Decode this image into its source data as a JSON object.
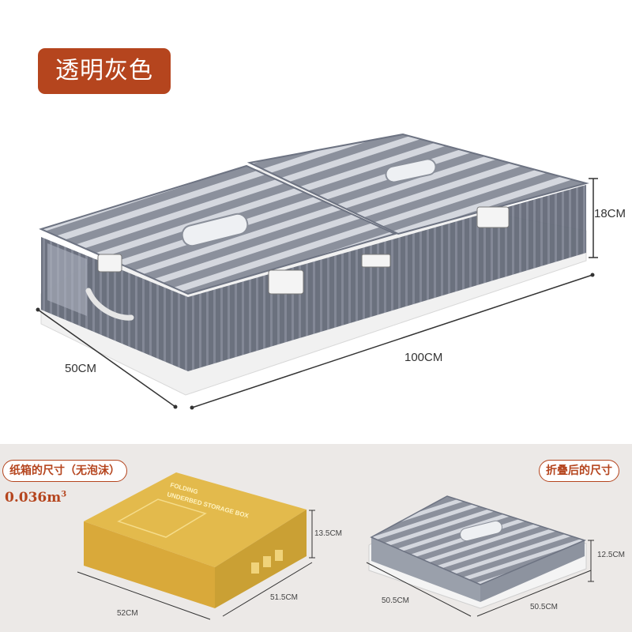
{
  "color_label": "透明灰色",
  "main_dimensions": {
    "height": "18CM",
    "depth": "50CM",
    "length": "100CM"
  },
  "carton": {
    "label": "纸箱的尺寸（无泡沫）",
    "volume": "0.036m",
    "volume_exponent": "3",
    "print_line1": "FOLDING",
    "print_line2": "UNDERBED STORAGE BOX",
    "dimensions": {
      "height": "13.5CM",
      "width": "51.5CM",
      "length": "52CM"
    }
  },
  "folded": {
    "label": "折叠后的尺寸",
    "dimensions": {
      "height": "12.5CM",
      "width": "50.5CM",
      "length": "50.5CM"
    }
  },
  "colors": {
    "accent": "#b5451e",
    "box_gray": "#6d7382",
    "carton_yellow": "#e0b545",
    "panel_bg": "#ece9e7"
  }
}
